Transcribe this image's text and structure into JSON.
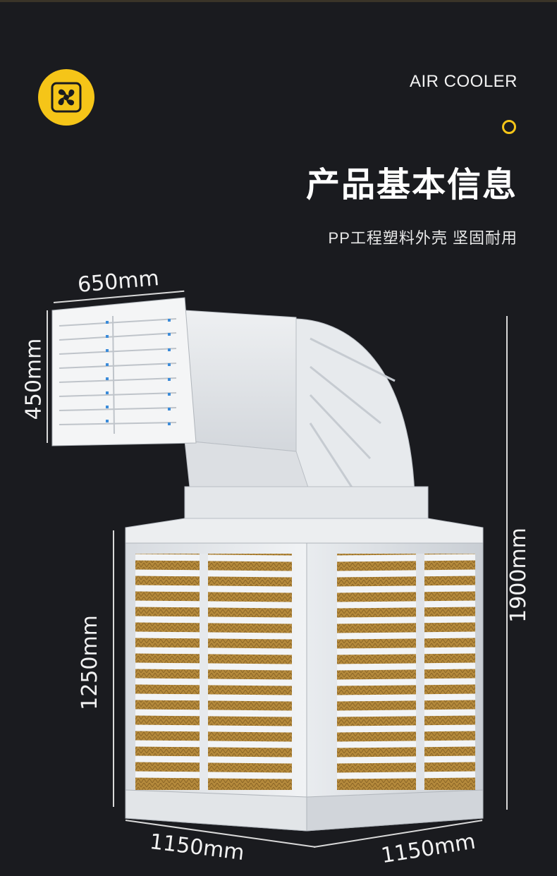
{
  "header": {
    "brand_title": "AIR COOLER",
    "headline": "产品基本信息",
    "subline": "PP工程塑料外壳 坚固耐用",
    "badge_icon": "fan-icon",
    "accent_color": "#f5c518"
  },
  "dimensions": {
    "outlet_width": "650mm",
    "outlet_height": "450mm",
    "body_height": "1250mm",
    "total_height": "1900mm",
    "base_width_left": "1150mm",
    "base_width_right": "1150mm"
  }
}
